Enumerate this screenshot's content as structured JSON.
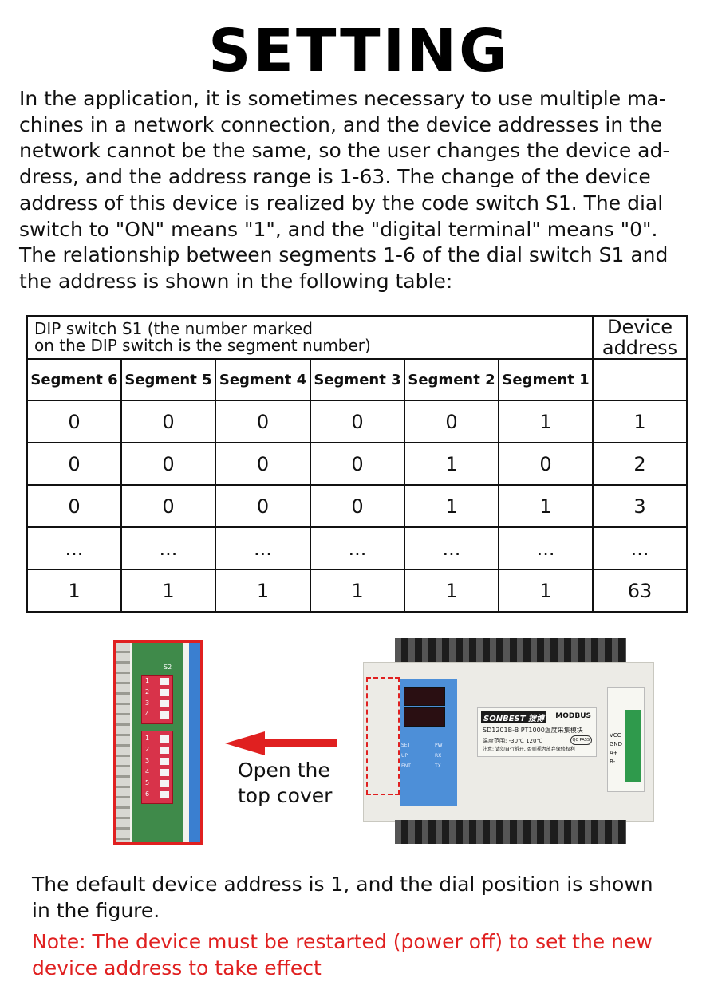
{
  "title": "SETTING",
  "intro_lines": [
    "In the application, it is sometimes necessary to use multiple ma-",
    "chines in a network connection, and the device addresses in the",
    "network cannot be the same, so the user changes the device ad-",
    "dress, and the address range is 1-63. The change of the device",
    "address of this device is realized by the code switch S1. The dial",
    "switch to \"ON\" means \"1\", and the \"digital terminal\" means \"0\".",
    "The relationship between segments 1-6 of the dial switch S1 and",
    "the address is shown in the following table:"
  ],
  "table": {
    "dip_header_line1": "DIP switch S1 (the number marked",
    "dip_header_line2": "on the DIP switch is the segment number)",
    "device_header_line1": "Device",
    "device_header_line2": "address",
    "segments": [
      "Segment 6",
      "Segment 5",
      "Segment 4",
      "Segment 3",
      "Segment 2",
      "Segment 1"
    ],
    "rows": [
      [
        "0",
        "0",
        "0",
        "0",
        "0",
        "1",
        "1"
      ],
      [
        "0",
        "0",
        "0",
        "0",
        "1",
        "0",
        "2"
      ],
      [
        "0",
        "0",
        "0",
        "0",
        "1",
        "1",
        "3"
      ],
      [
        "...",
        "...",
        "...",
        "...",
        "...",
        "...",
        "..."
      ],
      [
        "1",
        "1",
        "1",
        "1",
        "1",
        "1",
        "63"
      ]
    ]
  },
  "figure": {
    "arrow_label_line1": "Open the",
    "arrow_label_line2": "top cover",
    "dip_top_label": "S2",
    "dip_top_numbers": [
      "1",
      "2",
      "3",
      "4"
    ],
    "dip_bottom_numbers": [
      "1",
      "2",
      "3",
      "4",
      "5",
      "6"
    ],
    "panel_labels": [
      "SET",
      "UP",
      "ENT",
      "PW",
      "RX",
      "TX"
    ],
    "brand": "SONBEST",
    "brand_cn": "搜博",
    "protocol": "MODBUS",
    "model_line": "SD1201B-B   PT1000温度采集模块",
    "range_line": "温度范围: -30℃   120℃",
    "notice_line": "注意: 请勿自行拆开, 否则视为放弃保修权利",
    "qc": "QC PASS",
    "pins": [
      "VCC",
      "GND",
      "A+",
      "B-"
    ],
    "accent_color": "#e02020"
  },
  "footer": {
    "line1": "The default device address is 1, and the dial position is shown",
    "line2": "in the figure.",
    "note1": "Note: The device must be restarted (power off) to set the new",
    "note2": "device address to take effect"
  }
}
